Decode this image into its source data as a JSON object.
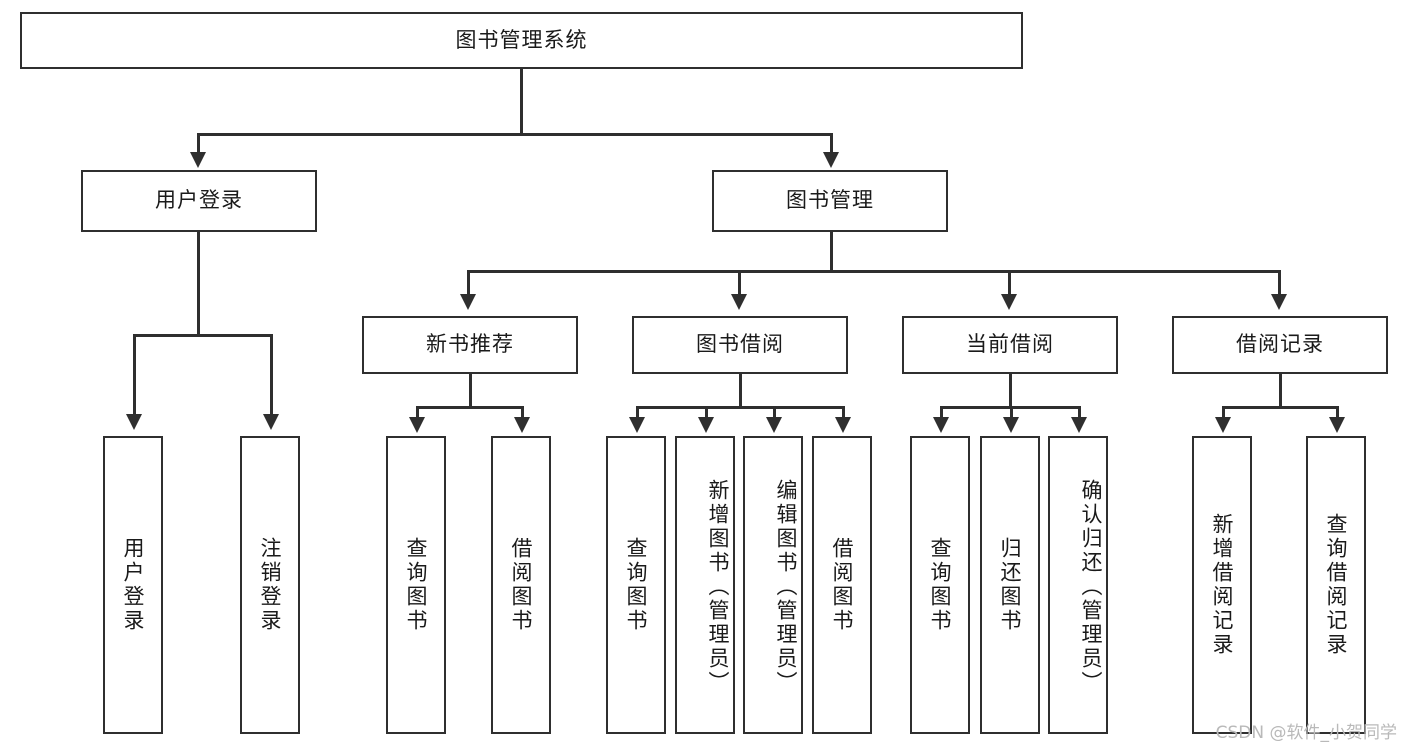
{
  "diagram": {
    "title": "图书管理系统",
    "type": "tree-hierarchy-diagram",
    "colors": {
      "stroke": "#2f2f2f",
      "fill": "#ffffff",
      "text": "#1a1a1a",
      "watermark": "#b9b9b9"
    },
    "root": {
      "label": "图书管理系统"
    },
    "level1": [
      {
        "label": "用户登录"
      },
      {
        "label": "图书管理"
      }
    ],
    "level2": [
      {
        "label": "新书推荐"
      },
      {
        "label": "图书借阅"
      },
      {
        "label": "当前借阅"
      },
      {
        "label": "借阅记录"
      }
    ],
    "leaves": {
      "user_login": [
        {
          "label": "用户登录"
        },
        {
          "label": "注销登录"
        }
      ],
      "new_book_recommend": [
        {
          "label": "查询图书"
        },
        {
          "label": "借阅图书"
        }
      ],
      "book_borrow": [
        {
          "label": "查询图书"
        },
        {
          "label": "新增图书（管理员）"
        },
        {
          "label": "编辑图书（管理员）"
        },
        {
          "label": "借阅图书"
        }
      ],
      "current_borrow": [
        {
          "label": "查询图书"
        },
        {
          "label": "归还图书"
        },
        {
          "label": "确认归还（管理员）"
        }
      ],
      "borrow_record": [
        {
          "label": "新增借阅记录"
        },
        {
          "label": "查询借阅记录"
        }
      ]
    }
  },
  "watermark": {
    "text": "CSDN @软件_小贺同学"
  }
}
